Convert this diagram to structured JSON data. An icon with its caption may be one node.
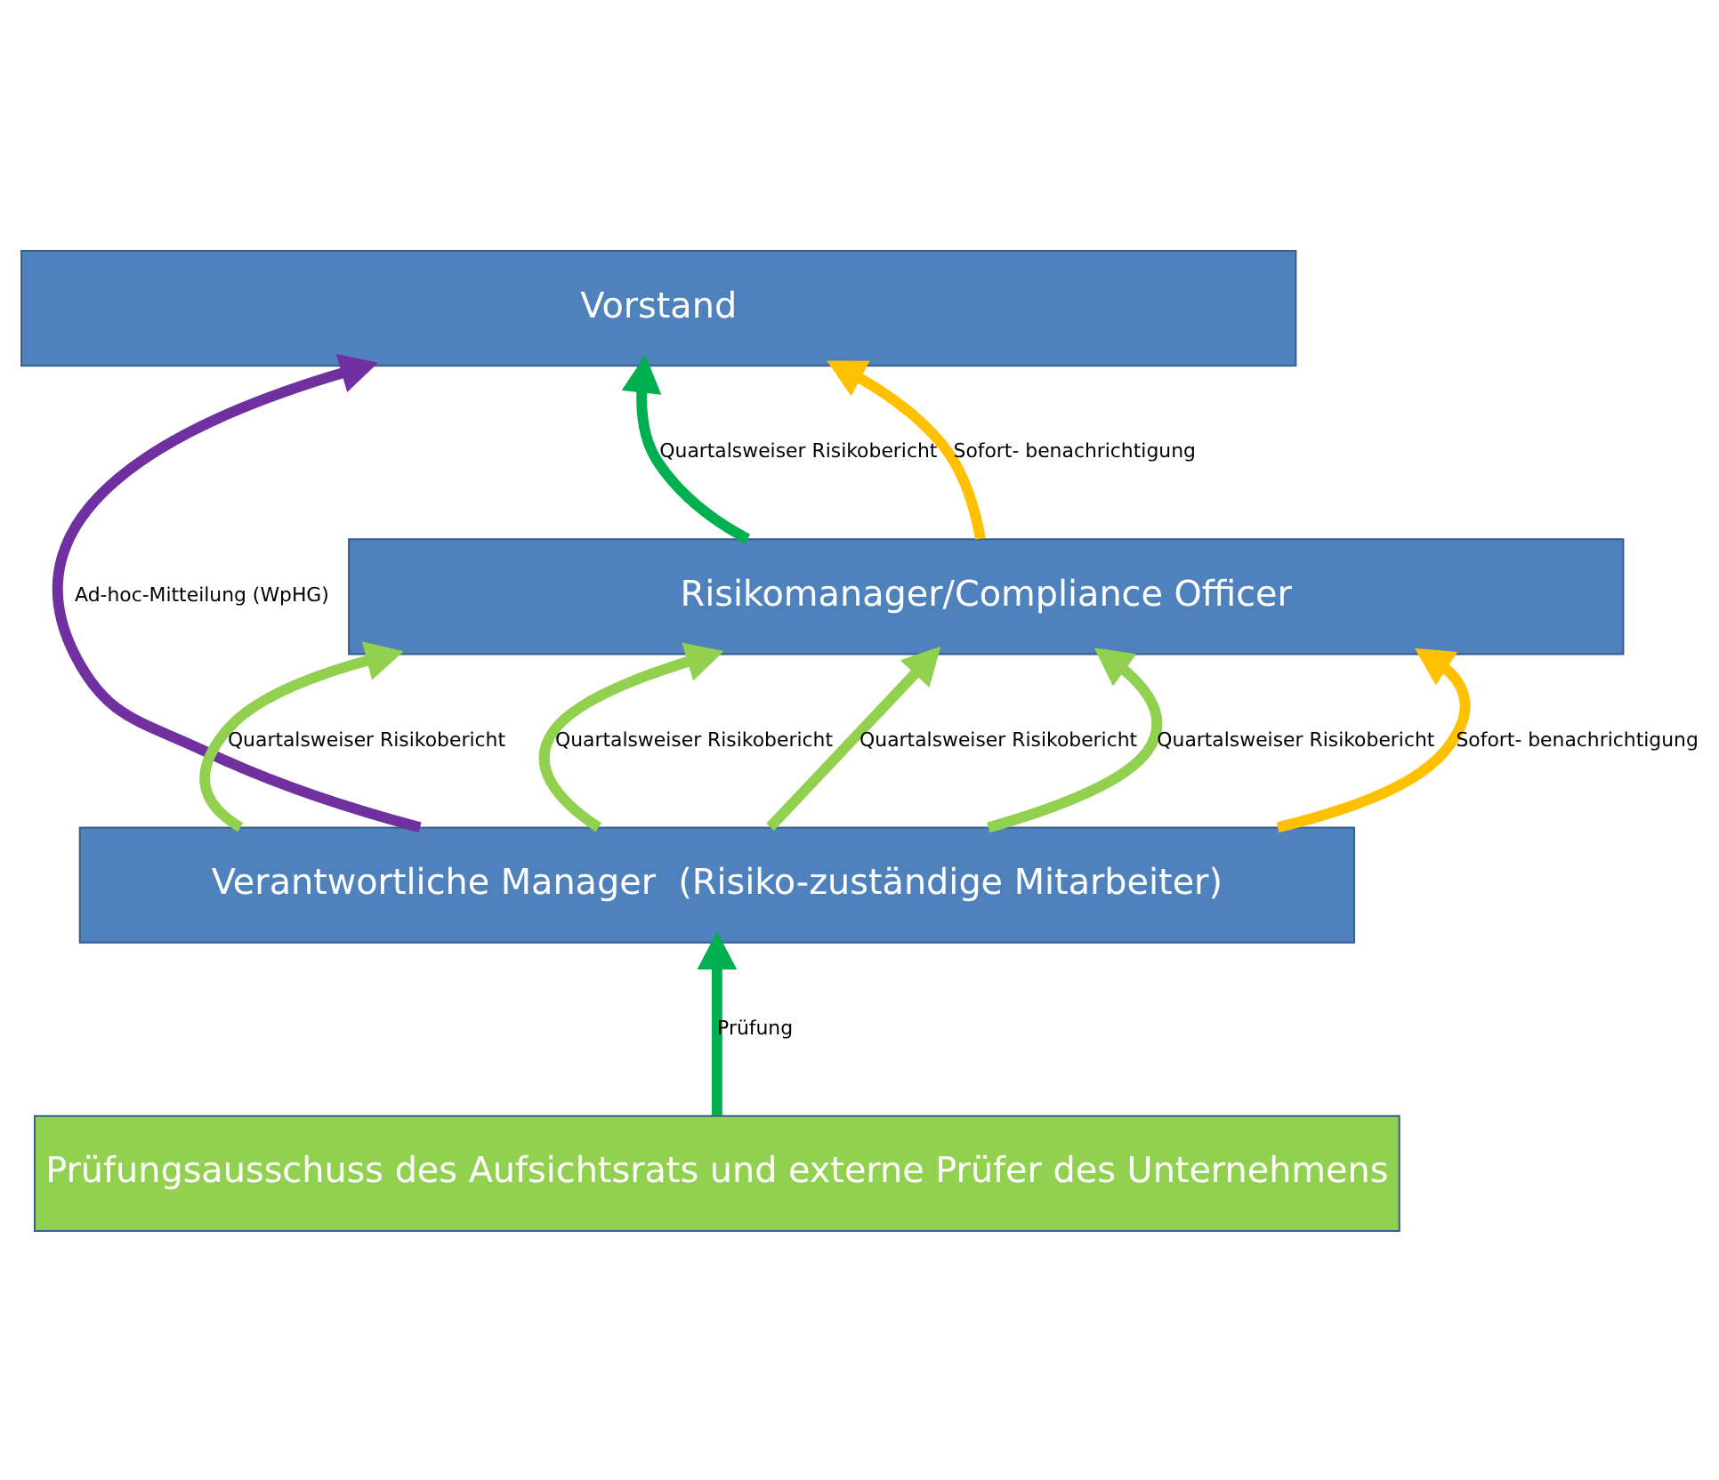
{
  "diagram": {
    "nodes": [
      {
        "text": [
          "Vorstand"
        ]
      },
      {
        "text": [
          "Risikomanager/Compliance Officer"
        ]
      },
      {
        "text": [
          "Verantwortliche Manager  (Risiko-zuständige Mitarbeiter)"
        ]
      },
      {
        "text": [
          "Prüfungsausschuss des Aufsichtsrats und externe Prüfer des Unternehmens"
        ]
      }
    ],
    "edges": [
      {
        "from": 1,
        "to": 0,
        "arrow": "to",
        "label": "Quartalsweiser Risikobericht",
        "color": "#00b050"
      },
      {
        "from": 1,
        "to": 0,
        "arrow": "to",
        "label": "Sofort- benachrichtigung",
        "color": "#ffc000"
      },
      {
        "from": 2,
        "to": 0,
        "arrow": "to",
        "label": "Ad-hoc-Mitteilung (WpHG)",
        "color": "#7030a0"
      },
      {
        "from": 2,
        "to": 1,
        "arrow": "to",
        "label": "Quartalsweiser Risikobericht",
        "color": "#92d050"
      },
      {
        "from": 2,
        "to": 1,
        "arrow": "to",
        "label": "Quartalsweiser Risikobericht",
        "color": "#92d050"
      },
      {
        "from": 2,
        "to": 1,
        "arrow": "to",
        "label": "Quartalsweiser Risikobericht",
        "color": "#92d050"
      },
      {
        "from": 2,
        "to": 1,
        "arrow": "to",
        "label": "Quartalsweiser Risikobericht",
        "color": "#92d050"
      },
      {
        "from": 2,
        "to": 1,
        "arrow": "to",
        "label": "Sofort- benachrichtigung",
        "color": "#ffc000"
      },
      {
        "from": 3,
        "to": 2,
        "arrow": "to",
        "label": "Prüfung",
        "color": "#00b050"
      }
    ]
  }
}
